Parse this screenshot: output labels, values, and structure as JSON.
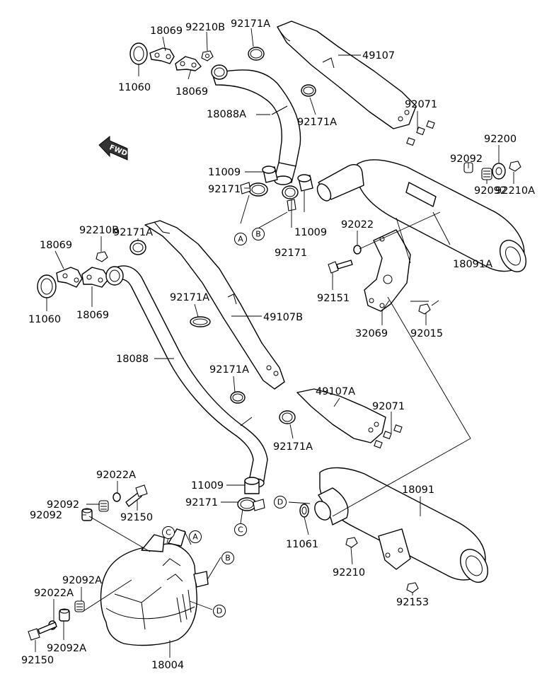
{
  "diagram": {
    "fwd_label": "FWD",
    "refs": {
      "a1": "A",
      "b1": "B",
      "a2": "A",
      "b2": "B",
      "c1": "C",
      "c2": "C",
      "d1": "D",
      "d2": "D"
    },
    "labels": {
      "l18069a": "18069",
      "l92210ba": "92210B",
      "l92171aa": "92171A",
      "l49107": "49107",
      "l11060a": "11060",
      "l18069b": "18069",
      "l18088a": "18088A",
      "l92171ab": "92171A",
      "l92071a": "92071",
      "l92200": "92200",
      "l92092a": "92092",
      "l92210a": "92210A",
      "l92092b": "92092",
      "l11009a": "11009",
      "l92171a": "92171",
      "l11009b": "11009",
      "l92171b": "92171",
      "l92022": "92022",
      "l18091a": "18091A",
      "l92171ac": "92171A",
      "l92210bb": "92210B",
      "l18069c": "18069",
      "l11060b": "11060",
      "l18069d": "18069",
      "l92171ad": "92171A",
      "l49107b": "49107B",
      "l92151": "92151",
      "l32069": "32069",
      "l92015": "92015",
      "l18088": "18088",
      "l92171ae": "92171A",
      "l49107a": "49107A",
      "l92071b": "92071",
      "l92171af": "92171A",
      "l18091": "18091",
      "l92022a": "92022A",
      "l92092c": "92092",
      "l92092d": "92092",
      "l92150a": "92150",
      "l11009c": "11009",
      "l92171c": "92171",
      "l11061": "11061",
      "l92210": "92210",
      "l92092aa": "92092A",
      "l92022aa": "92022A",
      "l92092ab": "92092A",
      "l92150b": "92150",
      "l18004": "18004",
      "l92153": "92153"
    }
  }
}
